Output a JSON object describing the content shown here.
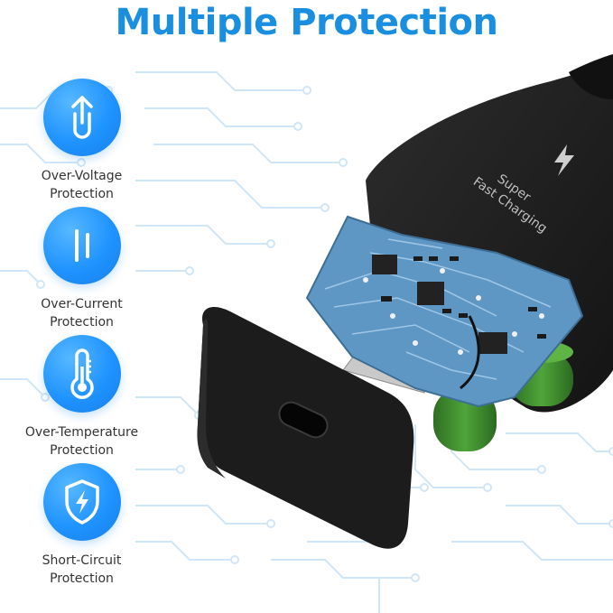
{
  "title": "Multiple Protection",
  "features": [
    {
      "icon": "voltage-arrow-icon",
      "label": "Over-Voltage\nProtection"
    },
    {
      "icon": "current-bars-icon",
      "label": "Over-Current\nProtection"
    },
    {
      "icon": "thermometer-icon",
      "label": "Over-Temperature\nProtection"
    },
    {
      "icon": "shield-bolt-icon",
      "label": "Short-Circuit\nProtection"
    }
  ],
  "charger_text": {
    "line1": "Super",
    "line2": "Fast Charging"
  },
  "colors": {
    "accent": "#1a8fe0",
    "badge": "#1f93ff",
    "body": "#1b1b1b",
    "pcb": "#5f97c4",
    "capacitor": "#3c8a2c"
  }
}
